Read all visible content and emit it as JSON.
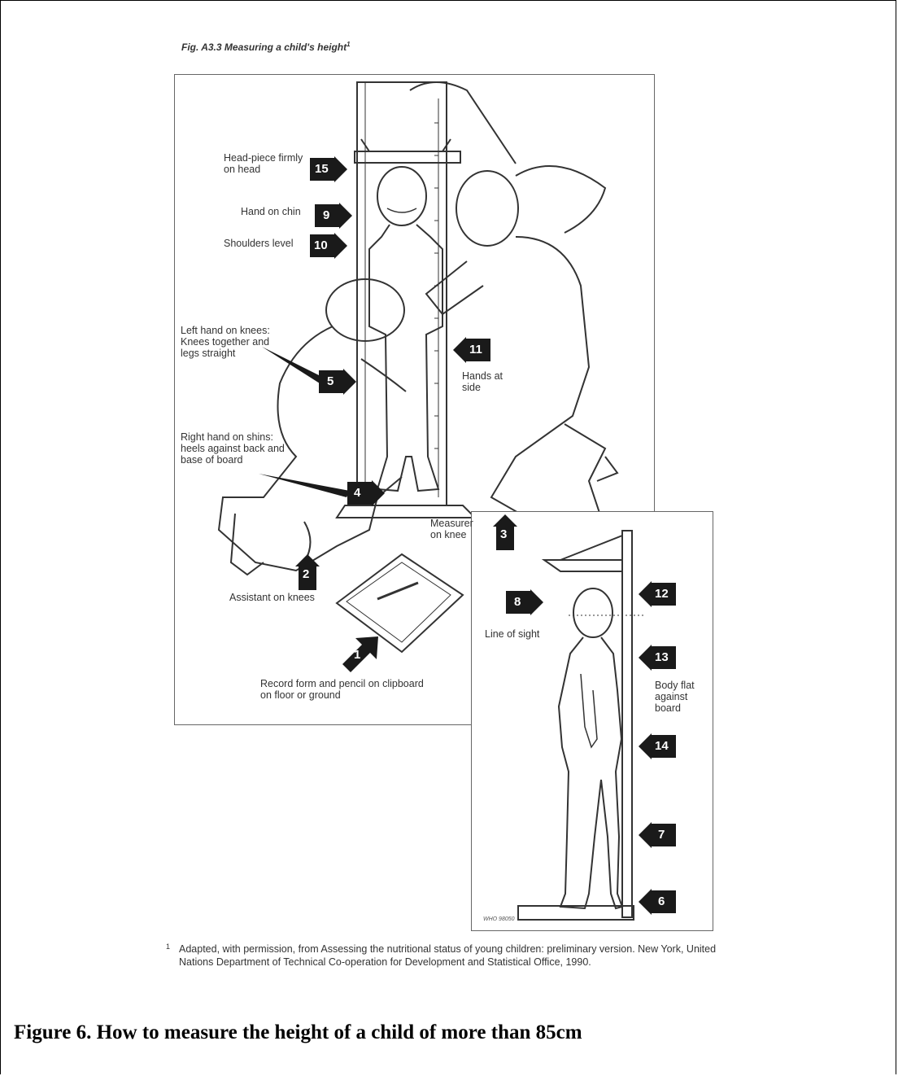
{
  "figure": {
    "title": "Fig. A3.3 Measuring a child's height",
    "title_footnote_mark": "1",
    "labels": {
      "head_piece": "Head-piece firmly\non head",
      "hand_on_chin": "Hand on chin",
      "shoulders_level": "Shoulders level",
      "left_hand_knees": "Left hand on knees:\nKnees together and\nlegs straight",
      "hands_at_side": "Hands at\nside",
      "right_hand_shins": "Right hand on shins:\nheels against back and\nbase of board",
      "measurer_on_knee": "Measurer\non knee",
      "assistant_on_knees": "Assistant on knees",
      "record_form": "Record form and pencil on clipboard\non floor or ground",
      "line_of_sight": "Line of sight",
      "body_flat": "Body flat\nagainst\nboard"
    },
    "numbers": {
      "n1": "1",
      "n2": "2",
      "n3": "3",
      "n4": "4",
      "n5": "5",
      "n6": "6",
      "n7": "7",
      "n8": "8",
      "n9": "9",
      "n10": "10",
      "n11": "11",
      "n12": "12",
      "n13": "13",
      "n14": "14",
      "n15": "15"
    },
    "watermark": "WHO 98050"
  },
  "footnote": {
    "mark": "1",
    "text": "Adapted, with permission, from Assessing the nutritional status of young children: preliminary version. New York, United Nations Department of Technical Co-operation for Development and Statistical Office, 1990."
  },
  "caption": "Figure 6. How to measure the height of a child of more than 85cm",
  "colors": {
    "badge": "#1a1a1a",
    "line": "#333333"
  }
}
